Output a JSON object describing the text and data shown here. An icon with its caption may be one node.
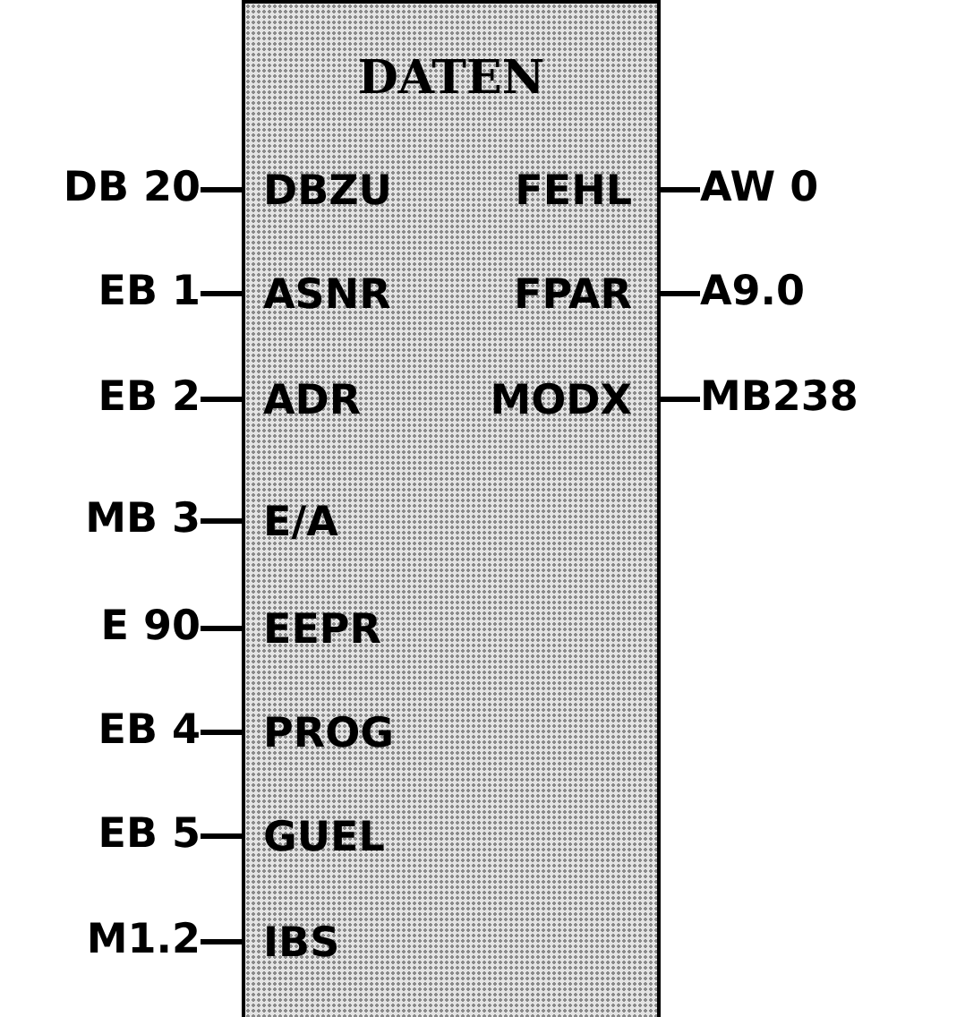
{
  "diagram": {
    "nodes": [
      {
        "text": [
          "DATEN"
        ]
      },
      {
        "text": [
          "DBZU"
        ],
        "in": 0
      },
      {
        "text": [
          "FEHL"
        ],
        "in": 0
      },
      {
        "text": [
          "ASNR"
        ],
        "in": 0
      },
      {
        "text": [
          "FPAR"
        ],
        "in": 0
      },
      {
        "text": [
          "ADR"
        ],
        "in": 0
      },
      {
        "text": [
          "MODX"
        ],
        "in": 0
      },
      {
        "text": [
          "E/A"
        ],
        "in": 0
      },
      {
        "text": [
          "EEPR"
        ],
        "in": 0
      },
      {
        "text": [
          "PROG"
        ],
        "in": 0
      },
      {
        "text": [
          "GUEL"
        ],
        "in": 0
      },
      {
        "text": [
          "IBS"
        ],
        "in": 0
      },
      {
        "text": [
          "DB 20"
        ]
      },
      {
        "text": [
          "AW 0"
        ]
      },
      {
        "text": [
          "EB 1"
        ]
      },
      {
        "text": [
          "A9.0"
        ]
      },
      {
        "text": [
          "EB 2"
        ]
      },
      {
        "text": [
          "MB238"
        ]
      },
      {
        "text": [
          "MB 3"
        ]
      },
      {
        "text": [
          "E 90"
        ]
      },
      {
        "text": [
          "EB 4"
        ]
      },
      {
        "text": [
          "EB 5"
        ]
      },
      {
        "text": [
          "M1.2"
        ]
      }
    ],
    "edges": [
      {
        "from": 12,
        "to": 1,
        "arrow": "none"
      },
      {
        "from": 2,
        "to": 13,
        "arrow": "none"
      },
      {
        "from": 14,
        "to": 3,
        "arrow": "none"
      },
      {
        "from": 4,
        "to": 15,
        "arrow": "none"
      },
      {
        "from": 16,
        "to": 5,
        "arrow": "none"
      },
      {
        "from": 6,
        "to": 17,
        "arrow": "none"
      },
      {
        "from": 18,
        "to": 7,
        "arrow": "none"
      },
      {
        "from": 19,
        "to": 8,
        "arrow": "none"
      },
      {
        "from": 20,
        "to": 9,
        "arrow": "none"
      },
      {
        "from": 21,
        "to": 10,
        "arrow": "none"
      },
      {
        "from": 22,
        "to": 11,
        "arrow": "none"
      }
    ]
  }
}
